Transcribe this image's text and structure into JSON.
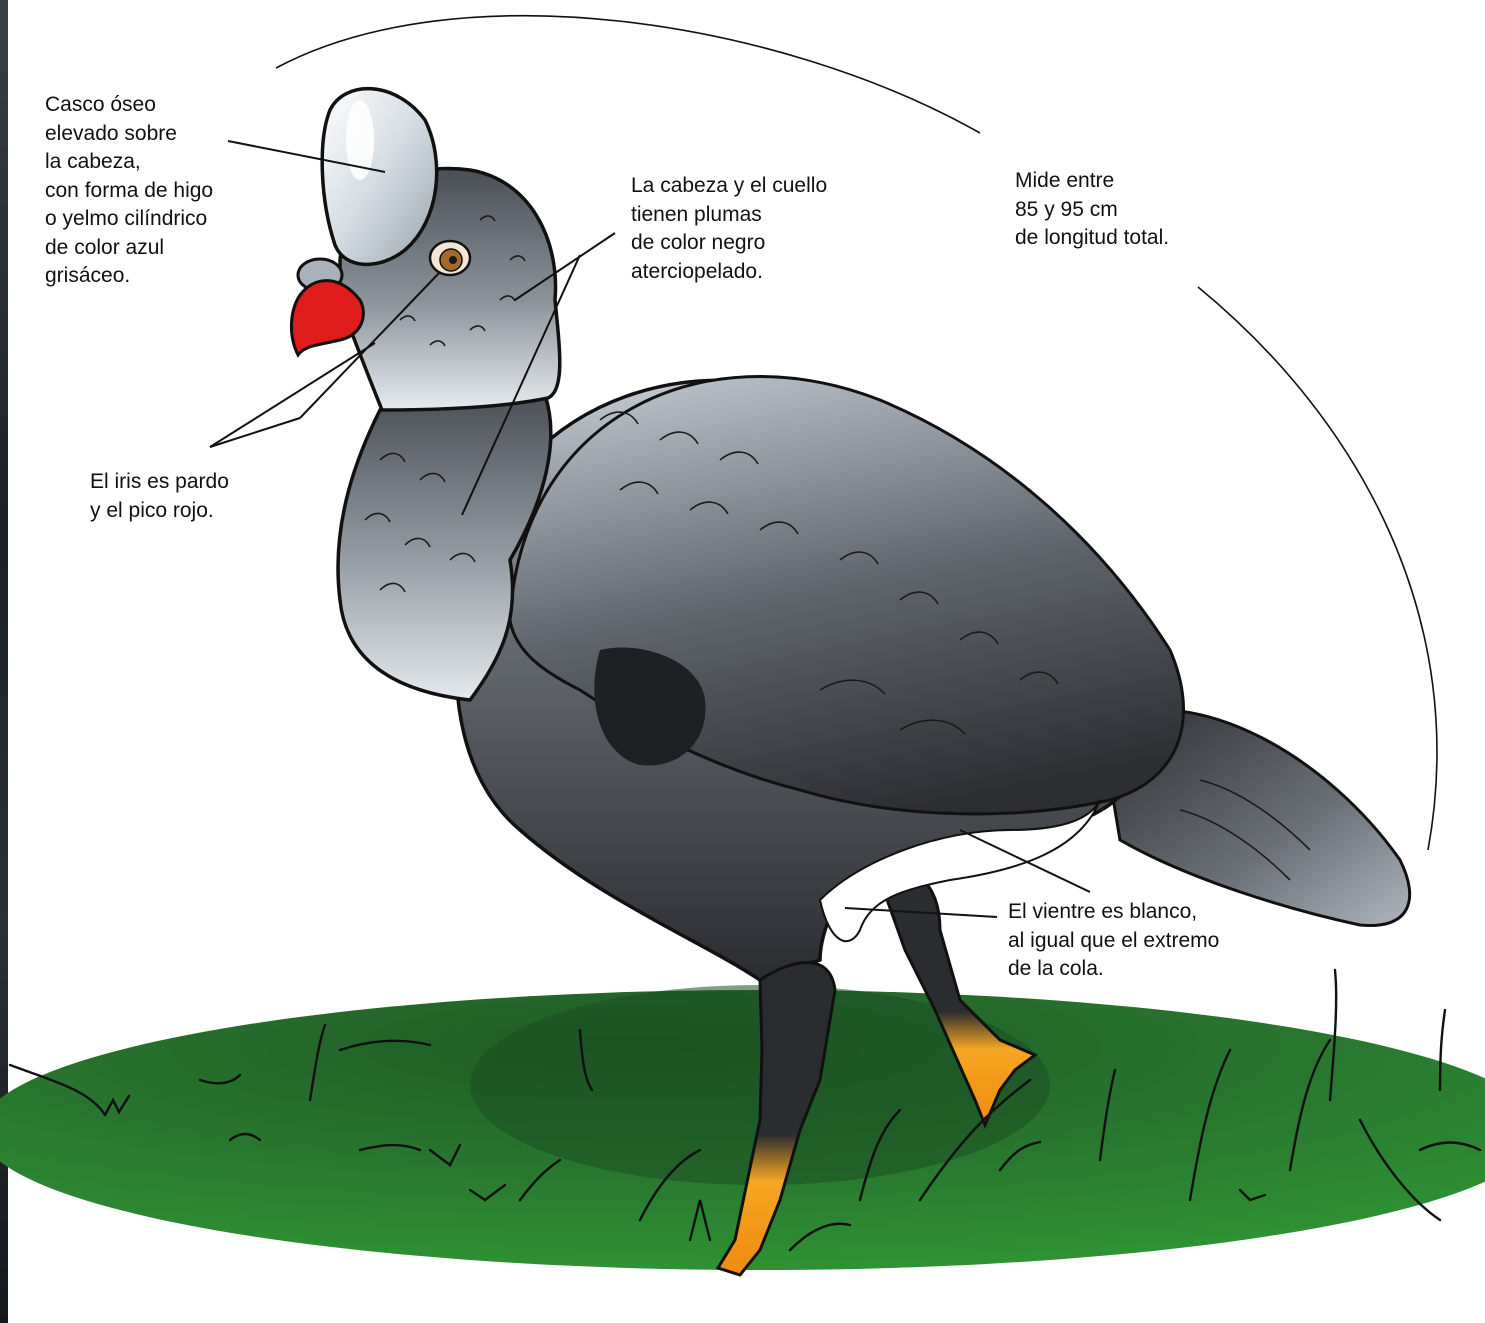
{
  "colors": {
    "beak": "#e01b1b",
    "iris": "#a66a2a",
    "plumage_dark": "#2a2c30",
    "plumage_mid": "#6f747b",
    "plumage_light": "#c9d0d6",
    "legs": "#f2a22a",
    "ground": "#2d8a34",
    "casque": "#c8d1d8"
  },
  "annotations": {
    "casque": "Casco óseo\nelevado sobre\nla cabeza,\ncon forma de higo\no yelmo cilíndrico\nde color azul\ngrisáceo.",
    "head_neck": "La cabeza y el cuello\ntienen plumas\nde color negro\naterciopelado.",
    "length": "Mide entre\n85 y 95 cm\nde longitud total.",
    "iris_beak": "El iris es pardo\ny el pico rojo.",
    "belly": "El vientre es blanco,\nal igual que el extremo\nde la cola."
  }
}
